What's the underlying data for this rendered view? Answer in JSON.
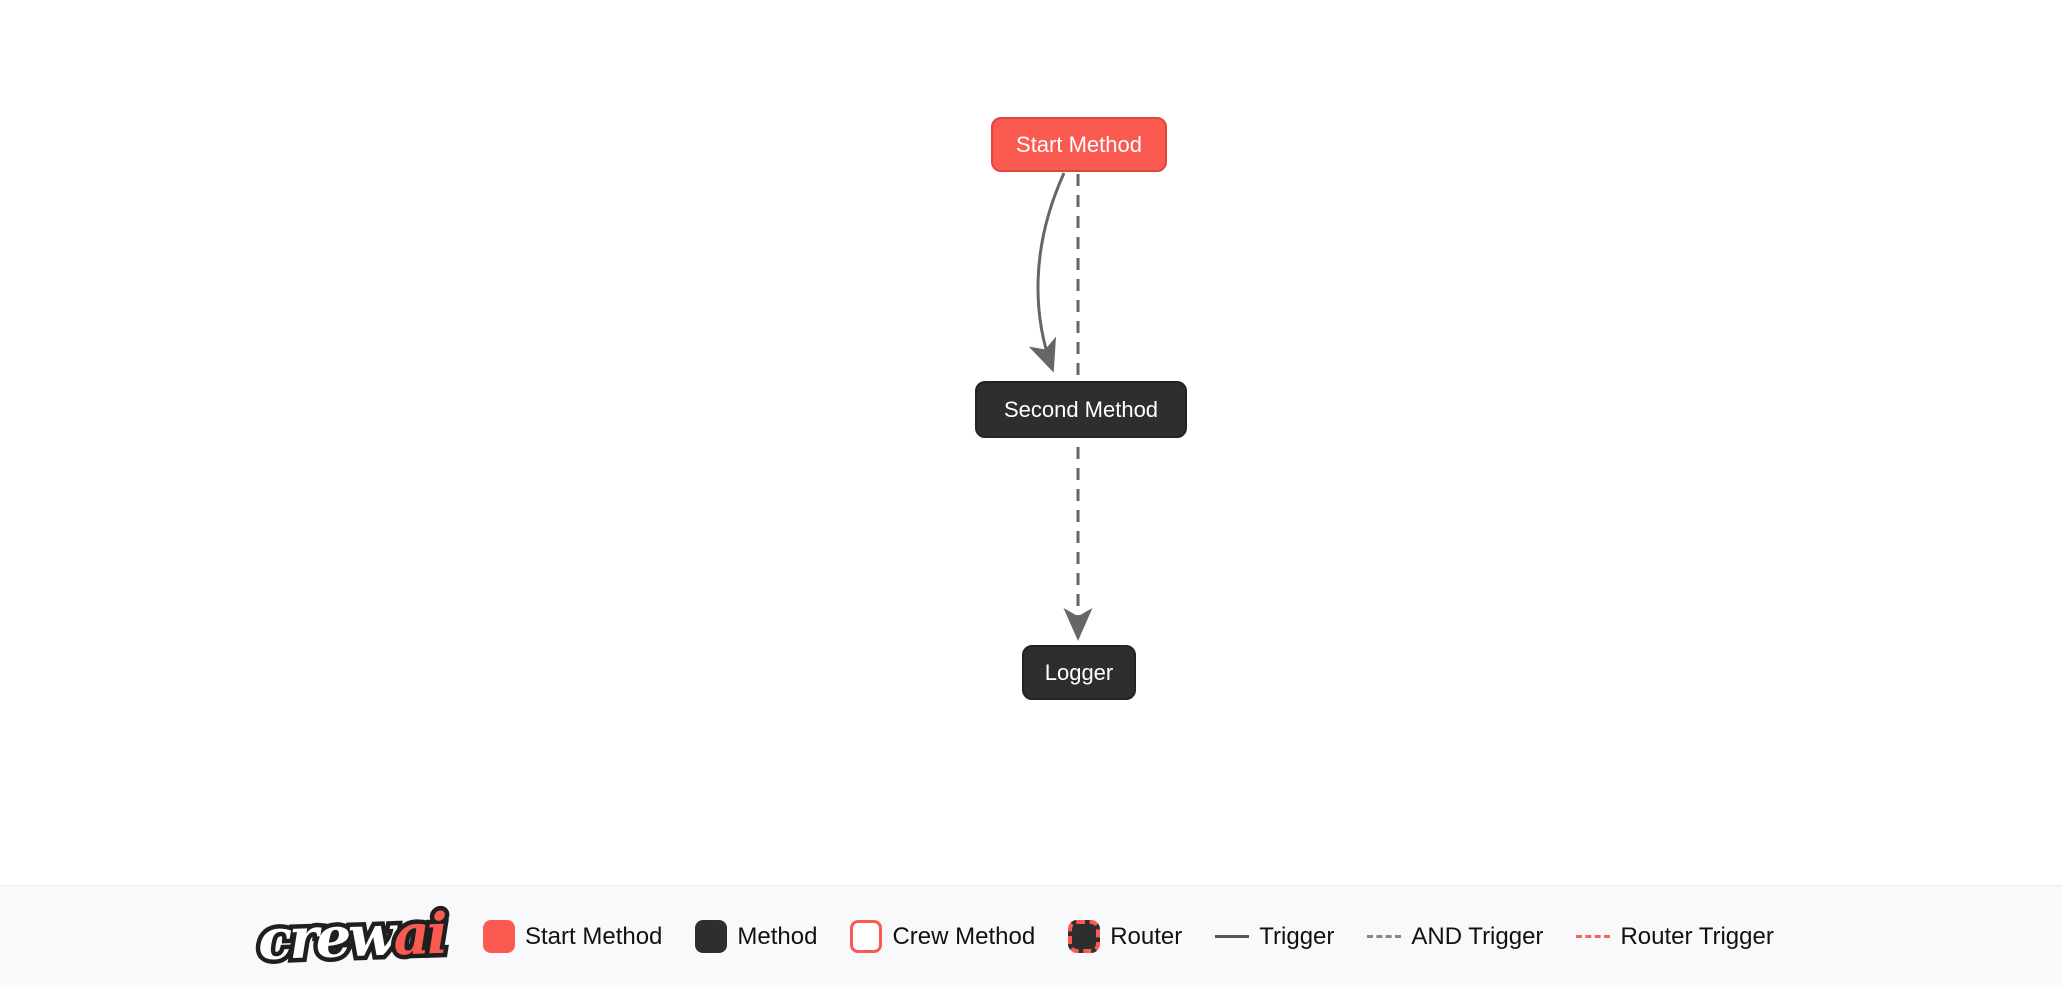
{
  "diagram": {
    "nodes": [
      {
        "label": "Start Method",
        "type": "start-method"
      },
      {
        "label": "Second Method",
        "type": "method"
      },
      {
        "label": "Logger",
        "type": "method"
      }
    ],
    "edges": [
      {
        "from": "Start Method",
        "to": "Second Method",
        "style": "trigger"
      },
      {
        "from": "Start Method",
        "to": "Logger",
        "style": "and-trigger"
      },
      {
        "from": "Second Method",
        "to": "Logger",
        "style": "and-trigger"
      }
    ]
  },
  "legend": {
    "brand": {
      "crew": "crew",
      "ai": "ai"
    },
    "items": [
      {
        "label": "Start Method",
        "swatch": "start-method-swatch"
      },
      {
        "label": "Method",
        "swatch": "method-swatch"
      },
      {
        "label": "Crew Method",
        "swatch": "crew-method-swatch"
      },
      {
        "label": "Router",
        "swatch": "router-swatch"
      },
      {
        "label": "Trigger",
        "swatch": "trigger-line"
      },
      {
        "label": "AND Trigger",
        "swatch": "and-trigger-line"
      },
      {
        "label": "Router Trigger",
        "swatch": "router-trigger-line"
      }
    ]
  },
  "colors": {
    "start_fill": "#fa5a50",
    "start_border": "#e0463c",
    "method_fill": "#2e2e2e",
    "edge_gray": "#666666",
    "and_trigger_gray": "#888888",
    "router_trigger_red": "#f0685d",
    "legend_background": "#f8f9fa",
    "legend_text": "#111111"
  }
}
